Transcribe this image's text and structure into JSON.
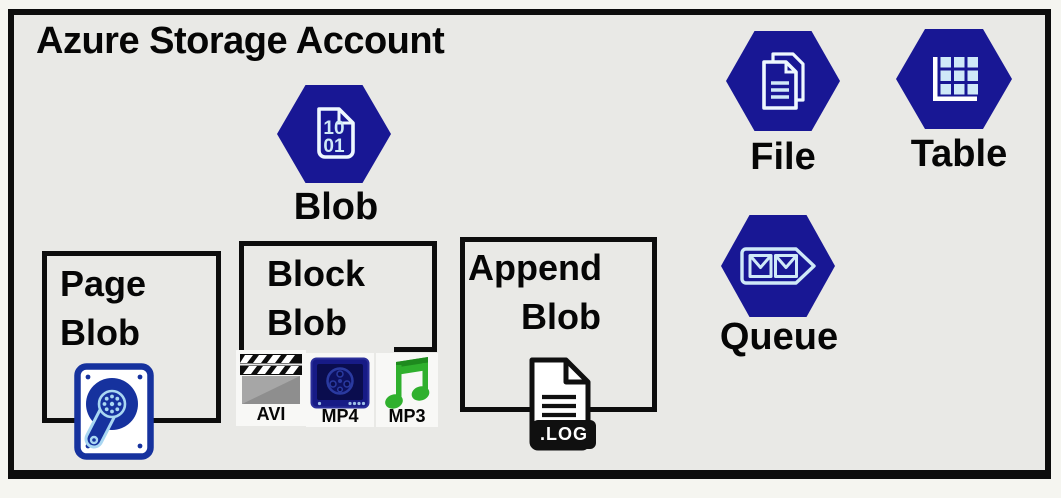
{
  "title": "Azure Storage Account",
  "colors": {
    "outer_bg": "#f5f5f0",
    "canvas_gray": "#e9e9e6",
    "frame_black": "#0d0d0d",
    "text_black": "#060606",
    "hexagon_blue": "#181794",
    "glyph_light_blue": "#cfe9f8",
    "glyph_white": "#eef8ff",
    "disk_navy": "#16329e",
    "disk_light_blue": "#a9d7f2",
    "mp4_outer_blue": "#171b86",
    "mp4_inner_blue": "#0a0d4e",
    "mp4_reel_blue": "#2a3aa0",
    "mp3_green": "#2fb02d",
    "mp3_dark_green": "#1e8a1e",
    "avi_gray": "#a6a6a6",
    "avi_dark_gray": "#8e8e8e"
  },
  "services": {
    "blob": {
      "label": "Blob",
      "glyph_line1": "10",
      "glyph_line2": "01"
    },
    "file": {
      "label": "File"
    },
    "table": {
      "label": "Table"
    },
    "queue": {
      "label": "Queue"
    }
  },
  "blob_types": {
    "page": {
      "line1": "Page",
      "line2": "Blob"
    },
    "block": {
      "line1": "Block",
      "line2": "Blob",
      "formats": [
        {
          "label": "AVI"
        },
        {
          "label": "MP4"
        },
        {
          "label": "MP3"
        }
      ]
    },
    "append": {
      "line1": "Append",
      "line2": "Blob",
      "file_badge": ".LOG"
    }
  }
}
